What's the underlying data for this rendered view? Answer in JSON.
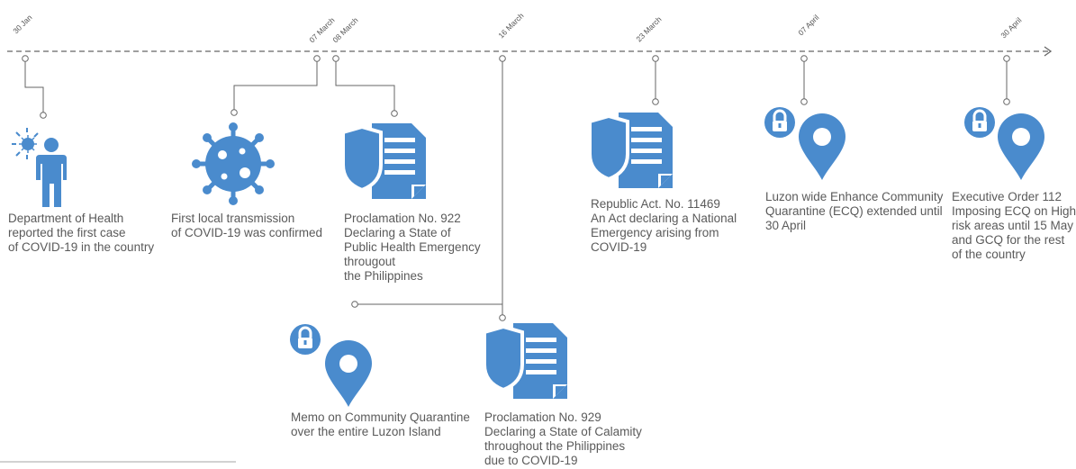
{
  "dates": [
    "30 Jan",
    "07 March",
    "08 March",
    "16 March",
    "23 March",
    "07 April",
    "30 April"
  ],
  "events": {
    "doh": [
      "Department of Health",
      "reported the first case",
      "of COVID-19 in the country"
    ],
    "transmission": [
      "First local transmission",
      "of COVID-19 was confirmed"
    ],
    "proc922": [
      "Proclamation No. 922",
      "Declaring a State of",
      "Public Health Emergency",
      "througout",
      "the Philippines"
    ],
    "memo": [
      "Memo on Community Quarantine",
      "over the entire Luzon Island"
    ],
    "proc929": [
      "Proclamation No. 929",
      "Declaring a State of Calamity",
      "throughout the Philippines",
      "due to COVID-19"
    ],
    "ra11469": [
      "Republic Act. No. 11469",
      "An Act declaring a National",
      "Emergency arising from",
      "COVID-19"
    ],
    "ecq_ext": [
      "Luzon wide Enhance Community",
      "Quarantine (ECQ) extended until",
      "30 April"
    ],
    "eo112": [
      "Executive Order 112",
      "Imposing ECQ on High",
      "risk areas until 15 May",
      "and GCQ for the rest",
      "of the country"
    ]
  },
  "colors": {
    "accent": "#4a8bcd",
    "line": "#666666"
  },
  "icons": [
    "person-icon",
    "virus-icon",
    "document-icon",
    "lock-icon",
    "map-pin-icon",
    "arrow-right-icon"
  ]
}
